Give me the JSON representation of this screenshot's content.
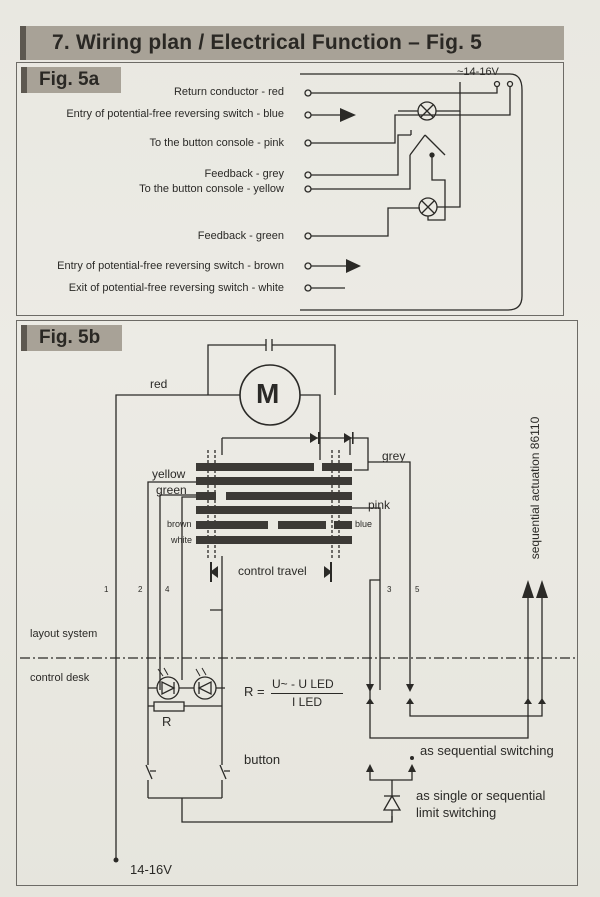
{
  "title": "7. Wiring plan / Electrical Function – Fig. 5",
  "fig5a": {
    "tag": "Fig. 5a",
    "supply": "~14-16V",
    "labels": [
      "Return conductor - red",
      "Entry of potential-free reversing switch - blue",
      "To the button console - pink",
      "Feedback - grey",
      "To the button console - yellow",
      "Feedback - green",
      "Entry of potential-free reversing switch - brown",
      "Exit of potential-free reversing switch - white"
    ]
  },
  "fig5b": {
    "tag": "Fig. 5b",
    "motor": "M",
    "wire_labels": {
      "red": "red",
      "grey": "grey",
      "yellow": "yellow",
      "green": "green",
      "pink": "pink",
      "brown": "brown",
      "blue": "blue",
      "white": "white"
    },
    "control_travel": "control travel",
    "wire_numbers": [
      "1",
      "2",
      "4",
      "3",
      "5"
    ],
    "layout_system": "layout system",
    "control_desk": "control desk",
    "formula_r": "R =",
    "formula_numerator": "U~ - U LED",
    "formula_denominator": "I LED",
    "resistor": "R",
    "button": "button",
    "sequential_actuation": "sequential actuation 86110",
    "as_sequential": "as sequential switching",
    "single_or_sequential_1": "as single or sequential",
    "single_or_sequential_2": "limit switching",
    "supply": "14-16V"
  }
}
